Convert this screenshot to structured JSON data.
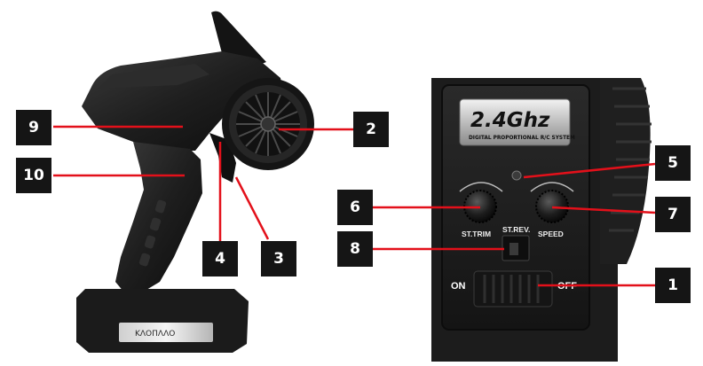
{
  "figure": {
    "type": "labeled product diagram",
    "left_view": "pistol-grip RC transmitter, side view",
    "right_view": "transmitter control panel, close-up"
  },
  "panel": {
    "badge_main": "2.4Ghz",
    "badge_sub": "DIGITAL PROPORTIONAL R/C SYSTEM",
    "st_trim": "ST.TRIM",
    "speed": "SPEED",
    "st_rev": "ST.REV.",
    "on": "ON",
    "off": "OFF"
  },
  "base_logo": "ΚΛΟΠΛΛΟ",
  "callouts": [
    {
      "id": "9",
      "label": "9"
    },
    {
      "id": "10",
      "label": "10"
    },
    {
      "id": "2",
      "label": "2"
    },
    {
      "id": "4",
      "label": "4"
    },
    {
      "id": "3",
      "label": "3"
    },
    {
      "id": "5",
      "label": "5"
    },
    {
      "id": "6",
      "label": "6"
    },
    {
      "id": "7",
      "label": "7"
    },
    {
      "id": "8",
      "label": "8"
    },
    {
      "id": "1",
      "label": "1"
    }
  ],
  "colors": {
    "leader_line": "#e3101a",
    "callout_box": "#151515",
    "callout_text": "#ffffff",
    "body": "#1d1d1d"
  }
}
